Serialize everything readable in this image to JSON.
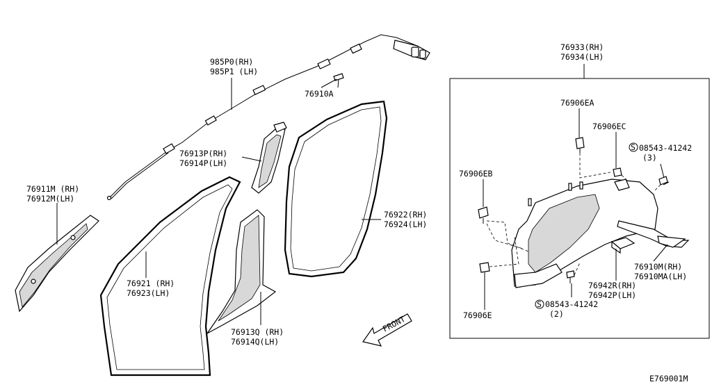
{
  "callouts": {
    "airbag": [
      "985P0(RH)",
      "985P1 (LH)"
    ],
    "bolt_a": "76910A",
    "a_pillar_upper": [
      "76911M (RH)",
      "76912M(LH)"
    ],
    "b_pillar_upper": [
      "76913P(RH)",
      "76914P(LH)"
    ],
    "front_weatherstrip": [
      "76921 (RH)",
      "76923(LH)"
    ],
    "b_pillar_lower": [
      "76913Q (RH)",
      "76914Q(LH)"
    ],
    "rear_weatherstrip": [
      "76922(RH)",
      "76924(LH)"
    ],
    "rear_pillar_assy": [
      "76933(RH)",
      "76934(LH)"
    ],
    "clip_ea": "76906EA",
    "clip_ec": "76906EC",
    "screw_top": [
      "08543-41242",
      "(3)"
    ],
    "clip_eb": "76906EB",
    "clip_e": "76906E",
    "panel_m": [
      "76910M(RH)",
      "76910MA(LH)"
    ],
    "bracket": [
      "76942R(RH)",
      "76942P(LH)"
    ],
    "screw_bottom": [
      "08543-41242",
      "(2)"
    ]
  },
  "direction_label": "FRONT",
  "diagram_code": "E769001M",
  "screw_symbol": "S"
}
